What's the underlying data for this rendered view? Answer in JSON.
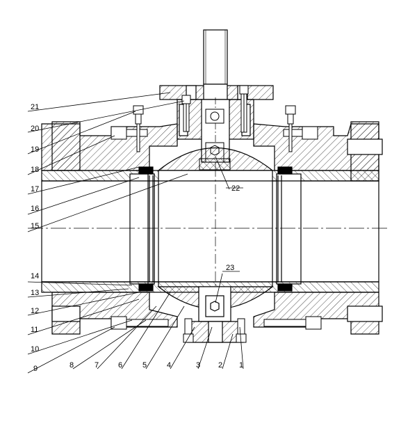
{
  "drawing": {
    "title": "",
    "callouts": {
      "left": [
        "21",
        "20",
        "19",
        "18",
        "17",
        "16",
        "15",
        "14",
        "13",
        "12",
        "11",
        "10",
        "9"
      ],
      "bottom": [
        "8",
        "7",
        "6",
        "5",
        "4",
        "3",
        "2",
        "1"
      ],
      "inner_top": "22",
      "inner_bottom": "23"
    }
  }
}
